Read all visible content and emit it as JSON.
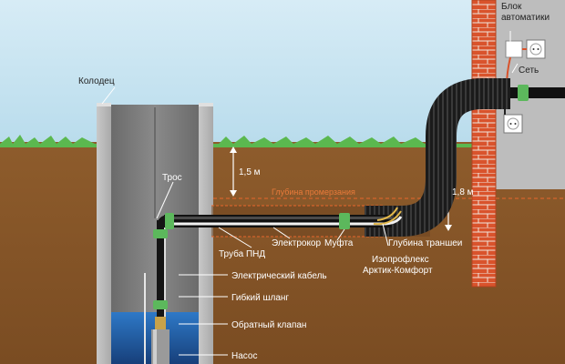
{
  "labels": {
    "well": "Колодец",
    "rope": "Трос",
    "automation_block_line1": "Блок",
    "automation_block_line2": "автоматики",
    "network": "Сеть",
    "depth_1_5": "1,5 м",
    "freezing_depth": "Глубина промерзания",
    "depth_1_8": "1,8 м",
    "trench_depth": "Глубина траншеи",
    "pnd_pipe": "Труба ПНД",
    "electrocore": "Электрокор",
    "coupling": "Муфта",
    "isoprofleks_line1": "Изопрофлекс",
    "isoprofleks_line2": "Арктик-Комфорт",
    "electric_cable": "Электрический кабель",
    "flexible_hose": "Гибкий шланг",
    "check_valve": "Обратный клапан",
    "pump": "Насос"
  },
  "colors": {
    "sky": "#cfe6f2",
    "soil": "#8b5a2b",
    "grass": "#4caf50",
    "brick": "#d94f2a",
    "concrete": "#b9b9b9",
    "water": "#1f5fa8",
    "fitting_green": "#5cb85c",
    "freezing_line": "#e8662c"
  }
}
